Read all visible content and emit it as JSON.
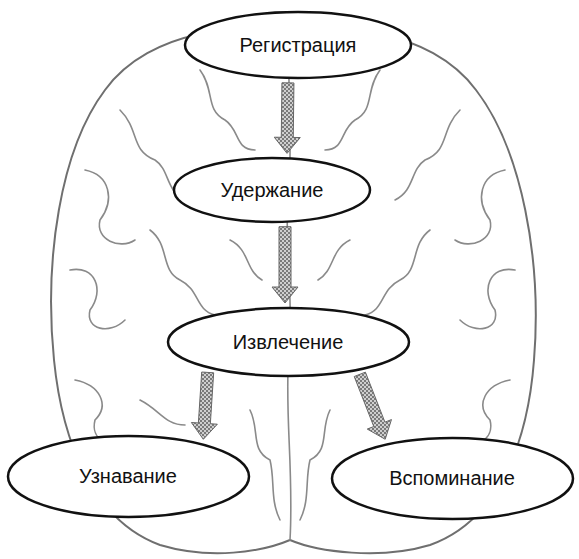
{
  "diagram": {
    "nodes": [
      {
        "text": [
          "Регистрация"
        ]
      },
      {
        "text": [
          "Удержание"
        ]
      },
      {
        "text": [
          "Извлечение"
        ]
      },
      {
        "text": [
          "Узнавание"
        ]
      },
      {
        "text": [
          "Вспоминание"
        ]
      }
    ],
    "edges": [
      {
        "from": 0,
        "to": 1,
        "arrow": "to"
      },
      {
        "from": 1,
        "to": 2,
        "arrow": "to"
      },
      {
        "from": 2,
        "to": 3,
        "arrow": "to"
      },
      {
        "from": 2,
        "to": 4,
        "arrow": "to"
      }
    ]
  }
}
